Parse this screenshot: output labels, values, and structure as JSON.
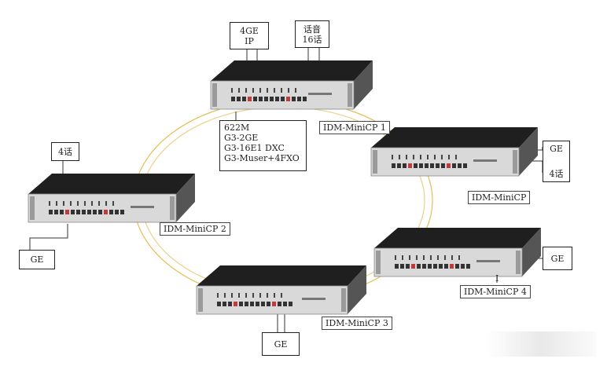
{
  "colors": {
    "ring": "#e8c15a",
    "device_top": "#1f1f1f",
    "device_front": "#d9d9d9",
    "port": "#333333",
    "port_red": "#c23b3b"
  },
  "devices": {
    "top": {
      "name": "IDM-MiniCP 1",
      "modules": [
        "622M",
        "G3-2GE",
        "G3-16E1 DXC",
        "G3-Muser+4FXO"
      ],
      "ports": {
        "left": [
          "4GE",
          "IP"
        ],
        "right": [
          "话音",
          "16话"
        ]
      }
    },
    "right": {
      "name": "IDM-MiniCP",
      "ports": [
        "GE",
        "4话"
      ]
    },
    "left": {
      "name": "IDM-MiniCP 2",
      "ports": {
        "top": "4话",
        "bottom": "GE"
      }
    },
    "lower_right": {
      "name": "IDM-MiniCP 4",
      "marker": "I",
      "ports": [
        "GE"
      ]
    },
    "bottom": {
      "name": "IDM-MiniCP 3",
      "ports": [
        "GE"
      ]
    }
  }
}
